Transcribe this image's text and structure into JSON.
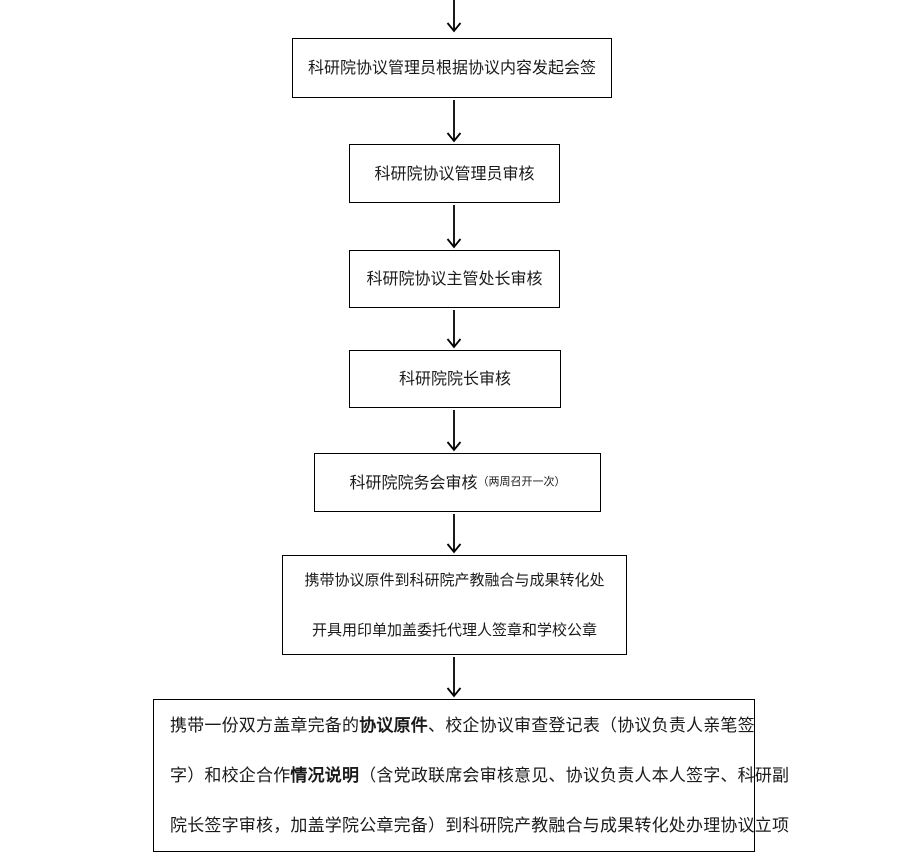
{
  "page": {
    "background": "#ffffff"
  },
  "flowchart": {
    "type": "flow",
    "direction": "top-to-bottom",
    "colors": {
      "box_border": "#000000",
      "box_fill": "#ffffff",
      "text": "#1a1a1a",
      "arrow": "#000000"
    },
    "nodes": [
      {
        "id": "initiate-countersign",
        "label": "科研院协议管理员根据协议内容发起会签"
      },
      {
        "id": "admin-review",
        "label": "科研院协议管理员审核"
      },
      {
        "id": "division-chief-review",
        "label": "科研院协议主管处长审核"
      },
      {
        "id": "president-review",
        "label": "科研院院长审核"
      },
      {
        "id": "council-review",
        "label": "科研院院务会审核",
        "note": "（两周召开一次）"
      },
      {
        "id": "seal-application",
        "lines": [
          "携带协议原件到科研院产教融合与成果转化处",
          "开具用印单加盖委托代理人签章和学校公章"
        ]
      },
      {
        "id": "project-filing",
        "rich_lines": [
          {
            "pre": "携带一份双方盖章完备的",
            "bold": "协议原件",
            "post": "、校企协议审查登记表（协议负责人亲笔签"
          },
          {
            "pre": "字）和校企合作",
            "bold": "情况说明",
            "post": "（含党政联席会审核意见、协议负责人本人签字、科研副"
          },
          {
            "pre": "院长签字审核，加盖学院公章完备）到科研院产教融合与成果转化处办理协议立项",
            "bold": "",
            "post": ""
          }
        ]
      }
    ],
    "edges": [
      {
        "from": "offscreen-above",
        "to": "initiate-countersign"
      },
      {
        "from": "initiate-countersign",
        "to": "admin-review"
      },
      {
        "from": "admin-review",
        "to": "division-chief-review"
      },
      {
        "from": "division-chief-review",
        "to": "president-review"
      },
      {
        "from": "president-review",
        "to": "council-review"
      },
      {
        "from": "council-review",
        "to": "seal-application"
      },
      {
        "from": "seal-application",
        "to": "project-filing"
      }
    ]
  }
}
